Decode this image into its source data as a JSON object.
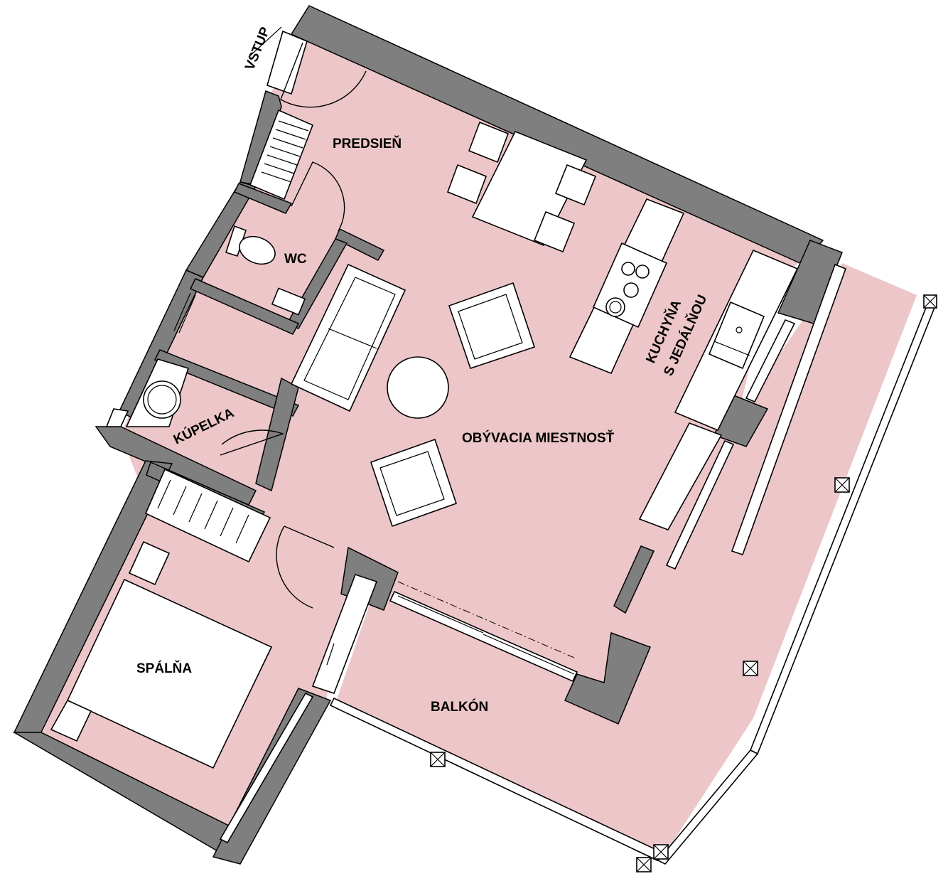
{
  "colors": {
    "floor": "#ecc6c8",
    "wall": "#7f7f7f",
    "furniture": "#ffffff",
    "line": "#000000"
  },
  "labels": {
    "entrance": "VSTUP",
    "hall": "PREDSIEŇ",
    "wc": "WC",
    "kitchen_line1": "KUCHYŇA",
    "kitchen_line2": "S JEDÁLŇOU",
    "bathroom": "KÚPELKA",
    "living_room": "OBÝVACIA MIESTNOSŤ",
    "bedroom": "SPÁLŇA",
    "balcony": "BALKÓN"
  }
}
